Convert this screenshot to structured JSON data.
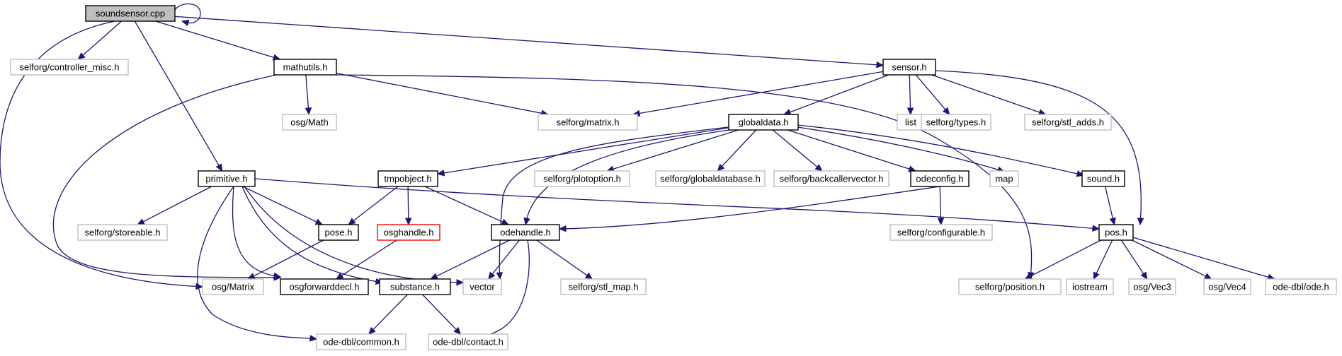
{
  "colors": {
    "edge": "#191970",
    "root_fill": "#bfbfbf",
    "documented_border": "#000000",
    "external_border": "#bfbfbf",
    "undocumented_border": "#ff0000",
    "node_fill": "#ffffff"
  },
  "nodes": [
    {
      "id": "soundsensor",
      "label": "soundsensor.cpp",
      "kind": "root"
    },
    {
      "id": "controller_misc",
      "label": "selforg/controller_misc.h",
      "kind": "external"
    },
    {
      "id": "mathutils",
      "label": "mathutils.h",
      "kind": "documented"
    },
    {
      "id": "sensor",
      "label": "sensor.h",
      "kind": "documented"
    },
    {
      "id": "osgmath",
      "label": "osg/Math",
      "kind": "external"
    },
    {
      "id": "matrix",
      "label": "selforg/matrix.h",
      "kind": "external"
    },
    {
      "id": "list",
      "label": "list",
      "kind": "external"
    },
    {
      "id": "types",
      "label": "selforg/types.h",
      "kind": "external"
    },
    {
      "id": "stl_adds",
      "label": "selforg/stl_adds.h",
      "kind": "external"
    },
    {
      "id": "globaldata",
      "label": "globaldata.h",
      "kind": "documented"
    },
    {
      "id": "primitive",
      "label": "primitive.h",
      "kind": "documented"
    },
    {
      "id": "tmpobject",
      "label": "tmpobject.h",
      "kind": "documented"
    },
    {
      "id": "plotoption",
      "label": "selforg/plotoption.h",
      "kind": "external"
    },
    {
      "id": "globaldatabase",
      "label": "selforg/globaldatabase.h",
      "kind": "external"
    },
    {
      "id": "backcallervector",
      "label": "selforg/backcallervector.h",
      "kind": "external"
    },
    {
      "id": "odeconfig",
      "label": "odeconfig.h",
      "kind": "documented"
    },
    {
      "id": "map",
      "label": "map",
      "kind": "external"
    },
    {
      "id": "sound",
      "label": "sound.h",
      "kind": "documented"
    },
    {
      "id": "storeable",
      "label": "selforg/storeable.h",
      "kind": "external"
    },
    {
      "id": "pose",
      "label": "pose.h",
      "kind": "documented"
    },
    {
      "id": "osghandle",
      "label": "osghandle.h",
      "kind": "undocumented"
    },
    {
      "id": "odehandle",
      "label": "odehandle.h",
      "kind": "documented"
    },
    {
      "id": "configurable",
      "label": "selforg/configurable.h",
      "kind": "external"
    },
    {
      "id": "pos",
      "label": "pos.h",
      "kind": "documented"
    },
    {
      "id": "osgmatrix",
      "label": "osg/Matrix",
      "kind": "external"
    },
    {
      "id": "osgforwarddecl",
      "label": "osgforwarddecl.h",
      "kind": "documented"
    },
    {
      "id": "substance",
      "label": "substance.h",
      "kind": "documented"
    },
    {
      "id": "vector",
      "label": "vector",
      "kind": "external"
    },
    {
      "id": "stl_map",
      "label": "selforg/stl_map.h",
      "kind": "external"
    },
    {
      "id": "position",
      "label": "selforg/position.h",
      "kind": "external"
    },
    {
      "id": "iostream",
      "label": "iostream",
      "kind": "external"
    },
    {
      "id": "vec3",
      "label": "osg/Vec3",
      "kind": "external"
    },
    {
      "id": "vec4",
      "label": "osg/Vec4",
      "kind": "external"
    },
    {
      "id": "ode",
      "label": "ode-dbl/ode.h",
      "kind": "external"
    },
    {
      "id": "common",
      "label": "ode-dbl/common.h",
      "kind": "external"
    },
    {
      "id": "contact",
      "label": "ode-dbl/contact.h",
      "kind": "external"
    }
  ],
  "edges": [
    {
      "from": "soundsensor",
      "to": "soundsensor"
    },
    {
      "from": "soundsensor",
      "to": "controller_misc"
    },
    {
      "from": "soundsensor",
      "to": "mathutils"
    },
    {
      "from": "soundsensor",
      "to": "sensor"
    },
    {
      "from": "soundsensor",
      "to": "primitive"
    },
    {
      "from": "soundsensor",
      "to": "osgmatrix"
    },
    {
      "from": "mathutils",
      "to": "osgmath"
    },
    {
      "from": "mathutils",
      "to": "matrix"
    },
    {
      "from": "mathutils",
      "to": "position"
    },
    {
      "from": "mathutils",
      "to": "osgforwarddecl"
    },
    {
      "from": "sensor",
      "to": "matrix"
    },
    {
      "from": "sensor",
      "to": "list"
    },
    {
      "from": "sensor",
      "to": "types"
    },
    {
      "from": "sensor",
      "to": "stl_adds"
    },
    {
      "from": "sensor",
      "to": "globaldata"
    },
    {
      "from": "sensor",
      "to": "pos"
    },
    {
      "from": "globaldata",
      "to": "tmpobject"
    },
    {
      "from": "globaldata",
      "to": "plotoption"
    },
    {
      "from": "globaldata",
      "to": "globaldatabase"
    },
    {
      "from": "globaldata",
      "to": "backcallervector"
    },
    {
      "from": "globaldata",
      "to": "odeconfig"
    },
    {
      "from": "globaldata",
      "to": "map"
    },
    {
      "from": "globaldata",
      "to": "sound"
    },
    {
      "from": "globaldata",
      "to": "odehandle"
    },
    {
      "from": "globaldata",
      "to": "vector"
    },
    {
      "from": "primitive",
      "to": "storeable"
    },
    {
      "from": "primitive",
      "to": "pose"
    },
    {
      "from": "primitive",
      "to": "osgforwarddecl"
    },
    {
      "from": "primitive",
      "to": "substance"
    },
    {
      "from": "primitive",
      "to": "vector"
    },
    {
      "from": "primitive",
      "to": "common"
    },
    {
      "from": "primitive",
      "to": "pos"
    },
    {
      "from": "tmpobject",
      "to": "pose"
    },
    {
      "from": "tmpobject",
      "to": "osghandle"
    },
    {
      "from": "tmpobject",
      "to": "odehandle"
    },
    {
      "from": "odeconfig",
      "to": "configurable"
    },
    {
      "from": "odeconfig",
      "to": "odehandle"
    },
    {
      "from": "sound",
      "to": "pos"
    },
    {
      "from": "pose",
      "to": "osgmatrix"
    },
    {
      "from": "osghandle",
      "to": "osgforwarddecl"
    },
    {
      "from": "odehandle",
      "to": "substance"
    },
    {
      "from": "odehandle",
      "to": "vector"
    },
    {
      "from": "odehandle",
      "to": "stl_map"
    },
    {
      "from": "odehandle",
      "to": "common"
    },
    {
      "from": "pos",
      "to": "position"
    },
    {
      "from": "pos",
      "to": "iostream"
    },
    {
      "from": "pos",
      "to": "vec3"
    },
    {
      "from": "pos",
      "to": "vec4"
    },
    {
      "from": "pos",
      "to": "ode"
    },
    {
      "from": "substance",
      "to": "common"
    },
    {
      "from": "substance",
      "to": "contact"
    }
  ]
}
